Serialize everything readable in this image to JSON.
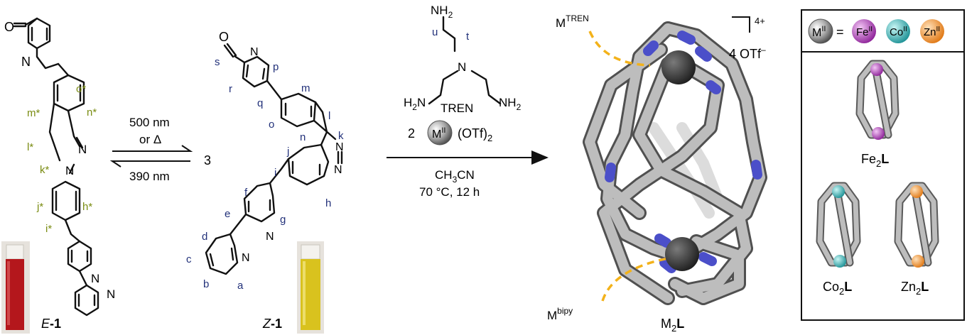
{
  "left_compound": {
    "label_prefix": "E",
    "label_suffix": "-1",
    "proton_labels": [
      "o*",
      "m*",
      "n*",
      "l*",
      "k*",
      "j*",
      "h*",
      "i*"
    ],
    "atom_o": "O",
    "atom_n": "N",
    "cuvette_color": "#b4171c"
  },
  "equilibrium": {
    "top_wavelength": "500 nm",
    "top_alt": "or Δ",
    "bottom_wavelength": "390 nm"
  },
  "stoich": "3",
  "middle_compound": {
    "label_prefix": "Z",
    "label_suffix": "-1",
    "proton_labels": [
      "s",
      "r",
      "p",
      "q",
      "m",
      "o",
      "n",
      "l",
      "k",
      "j",
      "i",
      "h",
      "f",
      "e",
      "g",
      "d",
      "c",
      "b",
      "a"
    ],
    "cuvette_color": "#d9c21e"
  },
  "reagents": {
    "tren_atoms": [
      "NH",
      "2",
      "u",
      "t",
      "N",
      "H",
      "2",
      "N",
      "NH",
      "2"
    ],
    "tren_name": "TREN",
    "metal_count": "2",
    "metal_symbol": "M",
    "metal_ox": "II",
    "counterion_main": "(OTf)",
    "counterion_sub": "2",
    "solvent_main": "CH",
    "solvent_sub": "3",
    "solvent_end": "CN",
    "conditions": "70 °C, 12 h"
  },
  "product": {
    "site_tren_main": "M",
    "site_tren_sup": "TREN",
    "site_bipy_main": "M",
    "site_bipy_sup": "bipy",
    "charge": "4+",
    "counterion": "4 OTf",
    "counterion_sup": "–",
    "label_main": "M",
    "label_sub": "2",
    "label_end": "L"
  },
  "legend": {
    "metal_main": "M",
    "metal_sup": "II",
    "equals": "=",
    "metals": [
      {
        "main": "Fe",
        "sup": "II",
        "color": "#9b2fa6"
      },
      {
        "main": "Co",
        "sup": "II",
        "color": "#2fa6a8"
      },
      {
        "main": "Zn",
        "sup": "II",
        "color": "#f08a2a"
      }
    ],
    "complexes": [
      {
        "main": "Fe",
        "sub": "2",
        "end": "L",
        "color": "#9b2fa6"
      },
      {
        "main": "Co",
        "sub": "2",
        "end": "L",
        "color": "#2fa6a8"
      },
      {
        "main": "Zn",
        "sub": "2",
        "end": "L",
        "color": "#f08a2a"
      }
    ]
  },
  "colors": {
    "olive": "#7a8c12",
    "navy": "#22317a",
    "tube_grey": "#9a9a9a",
    "nitrogen_blue": "#4b4fc9",
    "leader_orange": "#f3b21a"
  }
}
